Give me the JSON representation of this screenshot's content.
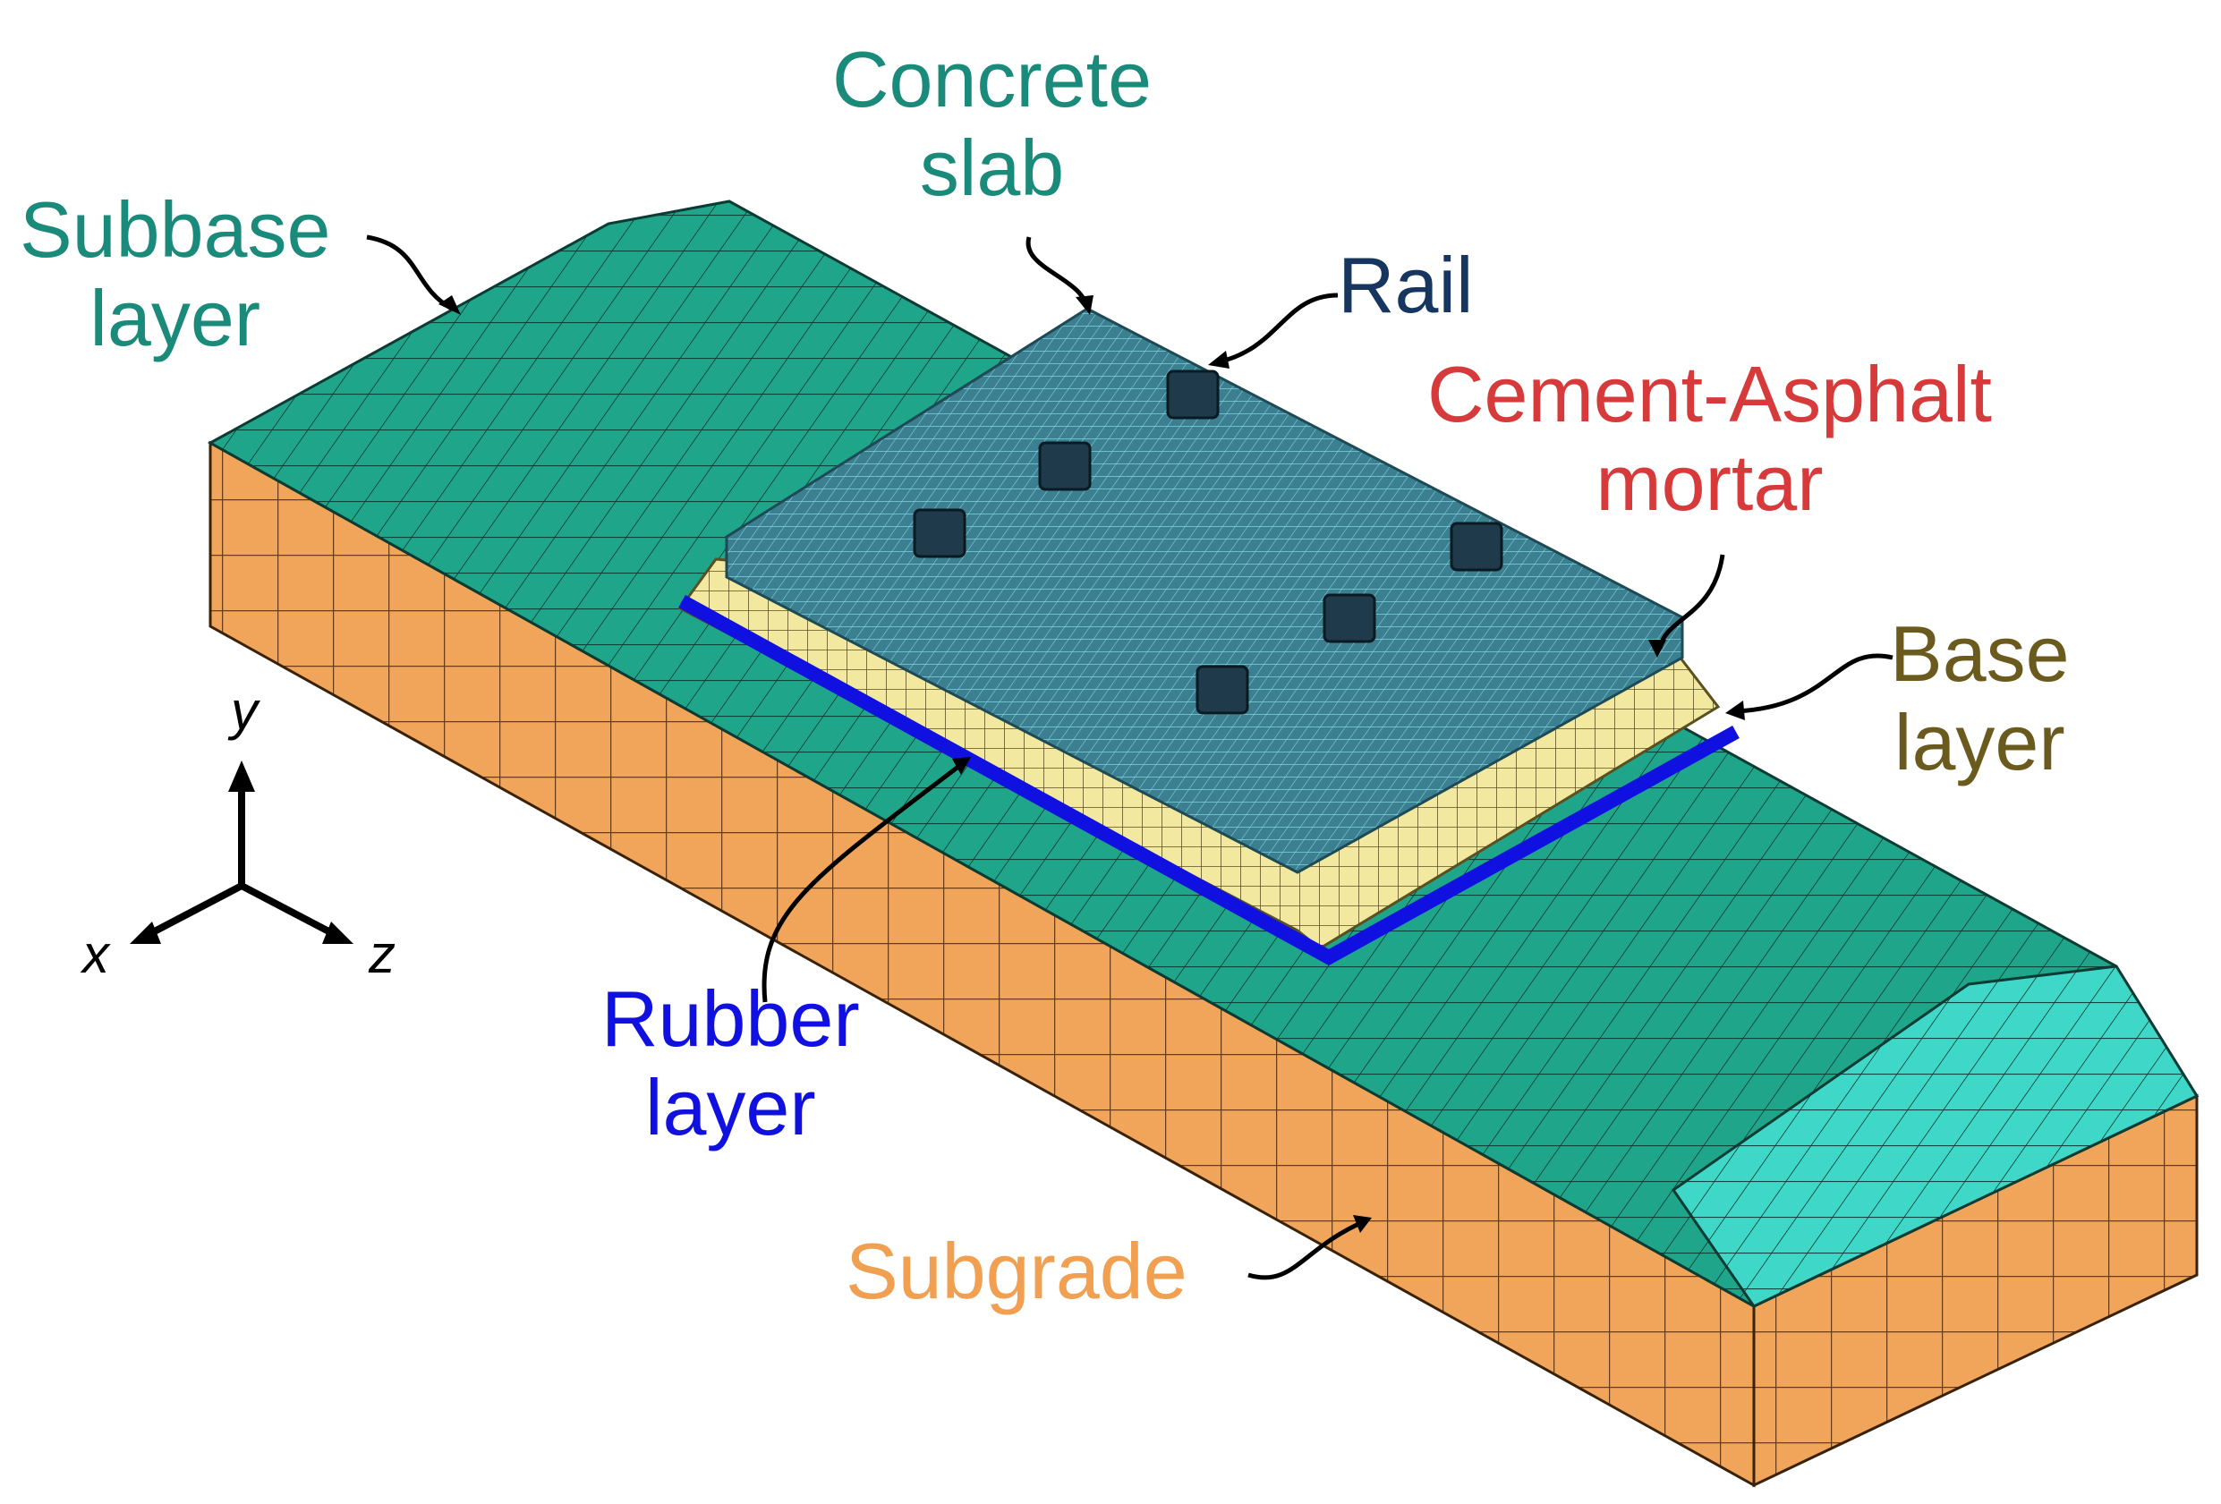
{
  "labels": {
    "concrete_slab": {
      "line1": "Concrete",
      "line2": "slab",
      "color": "#1a8a7a"
    },
    "subbase": {
      "line1": "Subbase",
      "line2": "layer",
      "color": "#1a8a7a"
    },
    "rail": {
      "line1": "Rail",
      "color": "#16365f"
    },
    "ca_mortar": {
      "line1": "Cement-Asphalt",
      "line2": "mortar",
      "color": "#d63a3a"
    },
    "base": {
      "line1": "Base",
      "line2": "layer",
      "color": "#6b5a1e"
    },
    "rubber": {
      "line1": "Rubber",
      "line2": "layer",
      "color": "#1010e0"
    },
    "subgrade": {
      "line1": "Subgrade",
      "color": "#f0a050"
    }
  },
  "axes": {
    "x": "x",
    "y": "y",
    "z": "z"
  },
  "colors": {
    "subgrade_fill": "#f0a55a",
    "subbase_fill": "#1fa58a",
    "subbase_light": "#3fd8c8",
    "slab_fill": "#3c7f90",
    "base_fill": "#f2e8a0",
    "mortar": "#b02828",
    "rubber": "#1010e0",
    "rail_fill": "#1f3a4a"
  }
}
